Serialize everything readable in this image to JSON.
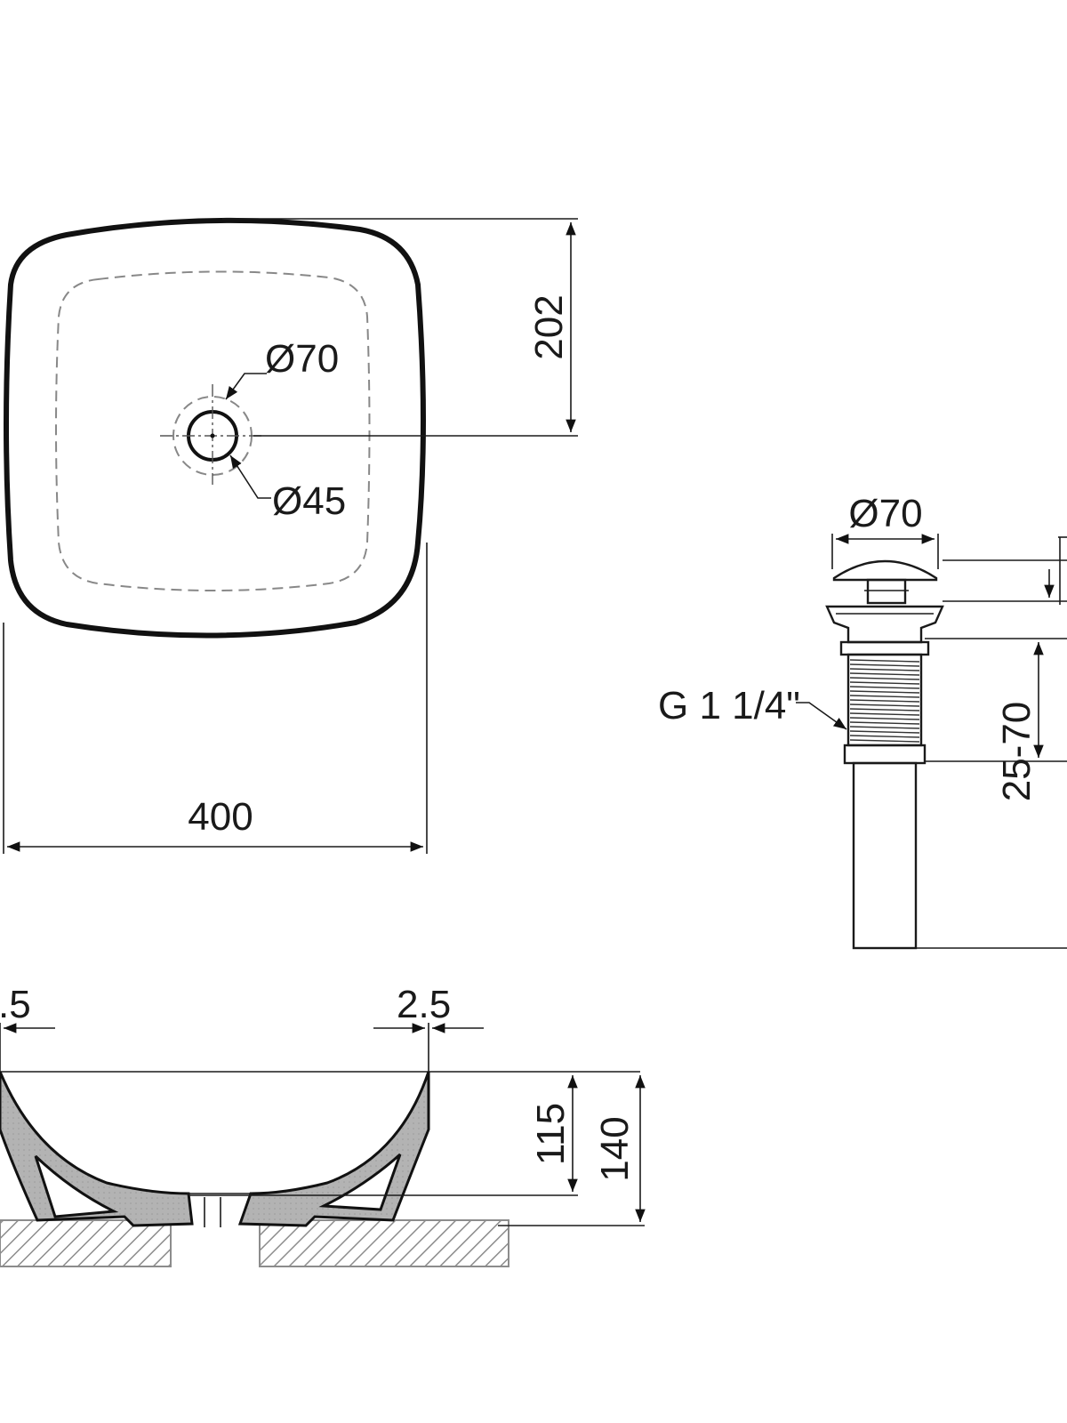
{
  "dimensions": {
    "top_width": "400",
    "top_depth": "202",
    "outer_ring": "Ø70",
    "inner_ring": "Ø45",
    "drain_cap": "Ø70",
    "thread": "G 1 1/4\"",
    "adjust_range": "25-70",
    "wall_left": ".5",
    "wall_right": "2.5",
    "inner_height": "115",
    "total_height": "140"
  },
  "colors": {
    "ink": "#111111",
    "hatch": "#9a9a9a",
    "fill_gray": "#b8b8b8"
  }
}
